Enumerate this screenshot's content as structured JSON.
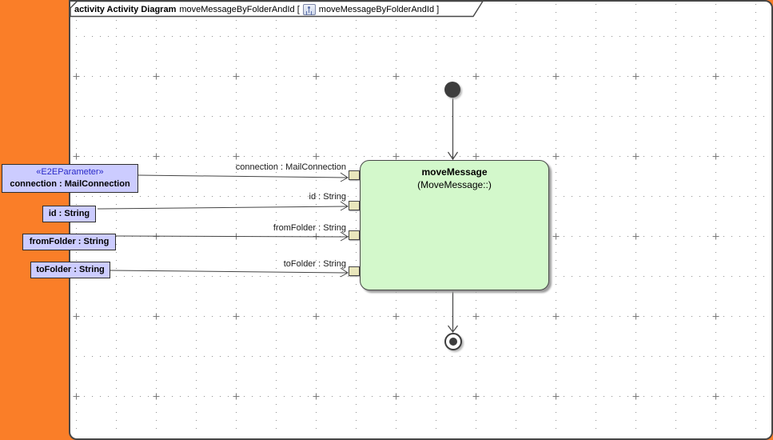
{
  "frame_header": {
    "keyword_label": "activity Activity Diagram",
    "diagram_name": "moveMessageByFolderAndId [",
    "diagram_ref": "moveMessageByFolderAndId ]",
    "icon": "activity-diagram-icon"
  },
  "activity_parameters": [
    {
      "stereotype": "«E2EParameter»",
      "name": "connection : MailConnection",
      "pin_label": "connection : MailConnection"
    },
    {
      "name": "id : String",
      "pin_label": "id : String"
    },
    {
      "name": "fromFolder : String",
      "pin_label": "fromFolder : String"
    },
    {
      "name": "toFolder : String",
      "pin_label": "toFolder : String"
    }
  ],
  "action_node": {
    "name": "moveMessage",
    "behavior": "(MoveMessage::)"
  },
  "nodes": {
    "initial": "initial-node",
    "final": "activity-final-node"
  },
  "colors": {
    "window_background": "#fa7e28",
    "canvas": "#ffffff",
    "frame_border": "#474747",
    "parameter_fill": "#ccccff",
    "stereotype_text": "#2929c8",
    "action_fill": "#d3f8cb",
    "pin_fill": "#e9e6bc",
    "edge": "#444444",
    "grid_dot": "#8f8f8f"
  }
}
